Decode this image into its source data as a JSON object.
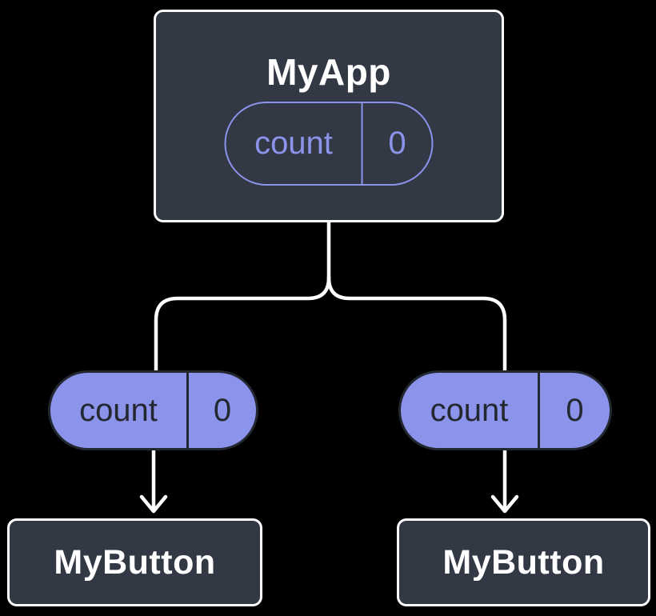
{
  "colors": {
    "bg": "#000000",
    "card": "#333845",
    "line": "#ffffff",
    "purple": "#8b93ea",
    "pill_dark": "#23272f",
    "text_light": "#ffffff"
  },
  "root": {
    "title": "MyApp",
    "state": {
      "name": "count",
      "value": "0"
    }
  },
  "children": [
    {
      "title": "MyButton",
      "prop": {
        "name": "count",
        "value": "0"
      }
    },
    {
      "title": "MyButton",
      "prop": {
        "name": "count",
        "value": "0"
      }
    }
  ]
}
